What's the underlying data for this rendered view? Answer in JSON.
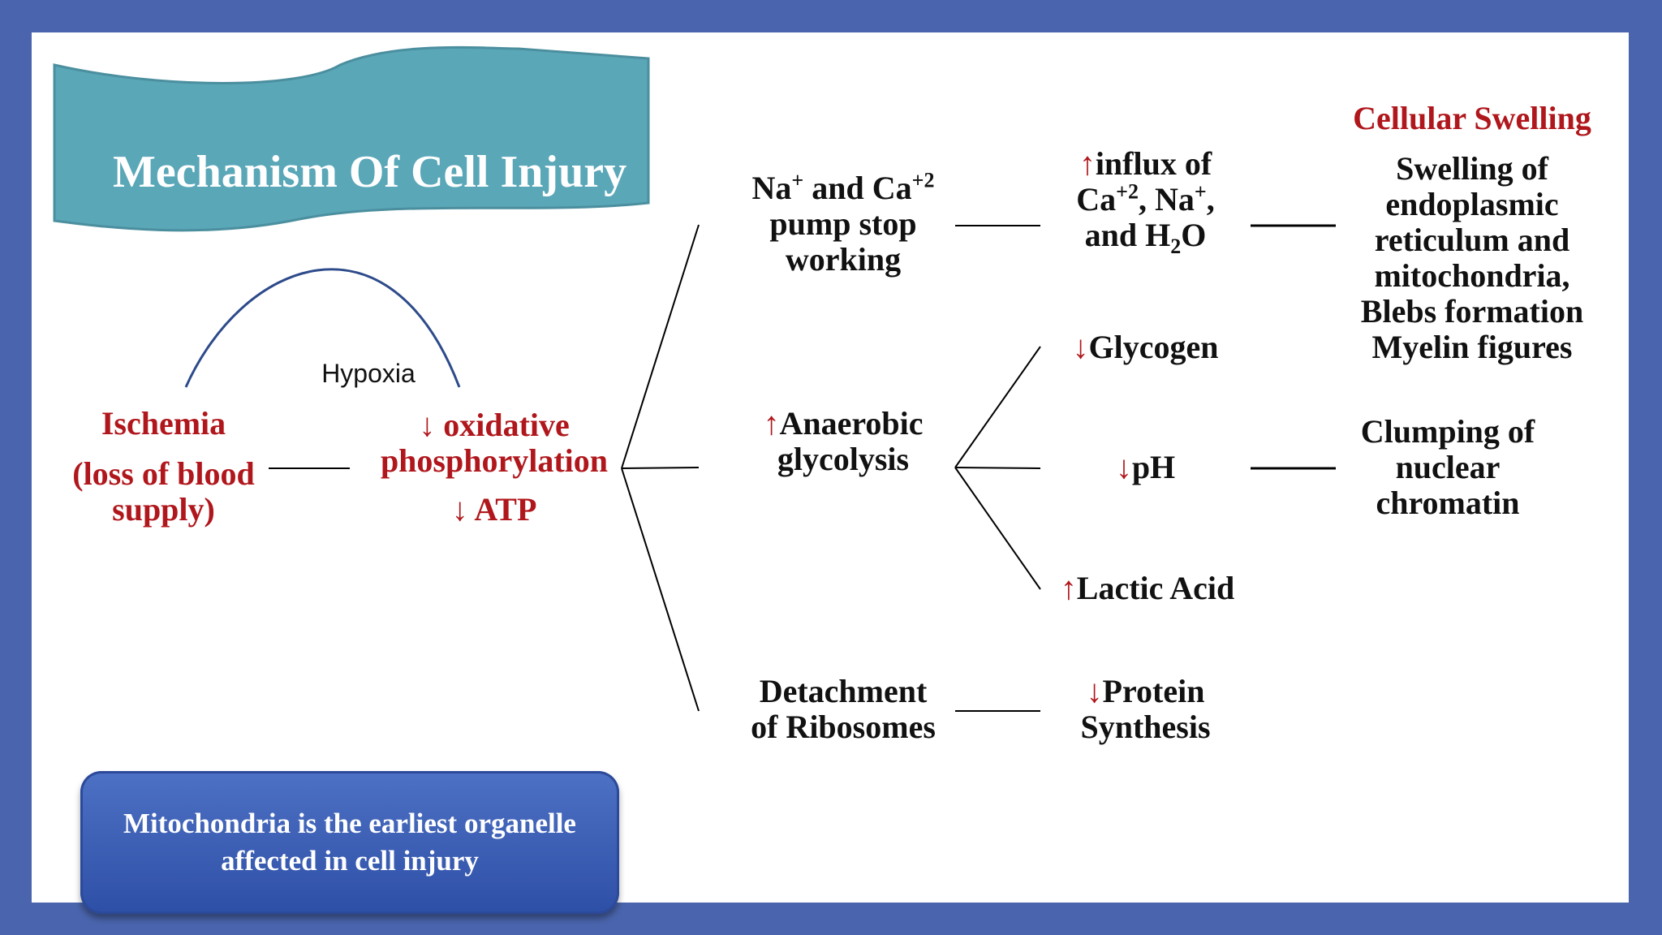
{
  "title": "Mechanism Of Cell Injury",
  "note": {
    "line1": "Mitochondria is the earliest organelle",
    "line2": "affected in cell injury"
  },
  "hypoxia_label": "Hypoxia",
  "ischemia": {
    "line1": "Ischemia",
    "line2": "(loss of blood",
    "line3": "supply)"
  },
  "oxphos": {
    "arrow1": "↓",
    "line1": " oxidative",
    "line2": "phosphorylation",
    "arrow2": "↓",
    "line3": " ATP"
  },
  "pump": {
    "na": "Na",
    "na_sup": "+",
    "mid": " and Ca",
    "ca_sup": "+2",
    "line2": "pump stop",
    "line3": "working"
  },
  "anaerobic": {
    "arrow": "↑",
    "line1": "Anaerobic",
    "line2": "glycolysis"
  },
  "ribosomes": {
    "line1": "Detachment",
    "line2": "of Ribosomes"
  },
  "influx": {
    "arrow": "↑",
    "line1": "influx of",
    "ca": "Ca",
    "ca_sup": "+2",
    "comma_na": ", Na",
    "na_sup": "+",
    "comma": ",",
    "and_h": "and H",
    "h_sub": "2",
    "o": "O"
  },
  "glycogen": {
    "arrow": "↓",
    "text": "Glycogen"
  },
  "ph": {
    "arrow": "↓",
    "text": "pH"
  },
  "lactic": {
    "arrow": "↑",
    "text": "Lactic Acid"
  },
  "protein": {
    "arrow": "↓",
    "line1": "Protein",
    "line2": "Synthesis"
  },
  "swelling_heading": "Cellular Swelling",
  "swelling": {
    "line1": "Swelling of",
    "line2": "endoplasmic",
    "line3": "reticulum and",
    "line4": "mitochondria,",
    "line5": "Blebs formation"
  },
  "myelin": "Myelin figures",
  "clumping": {
    "line1": "Clumping of",
    "line2": "nuclear",
    "line3": "chromatin"
  },
  "colors": {
    "frame": "#4a65ad",
    "banner": "#5aa7b8",
    "highlight": "#b0171c",
    "note_box": "#3c5fb5"
  }
}
